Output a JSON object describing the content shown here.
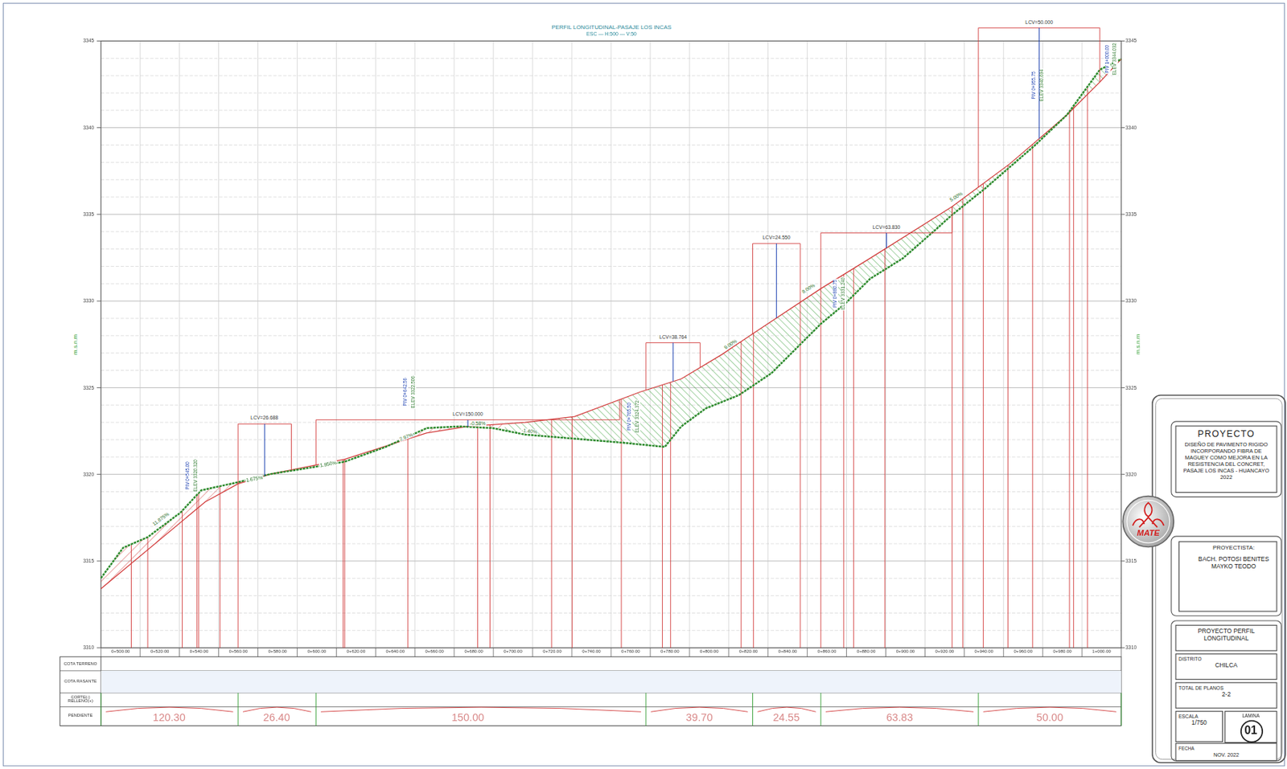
{
  "diagram": {
    "title": "PERFIL LONGITUDINAL-PASAJE LOS INCAS",
    "nodes": [
      {
        "text": [
          "PROYECTO",
          "DISEÑO DE PAVIMENTO RIGIDO INCORPORANDO FIBRA DE MAGUEY COMO MEJORA EN LA RESISTENCIA DEL CONCRET, PASAJE LOS INCAS - HUANCAYO 2022"
        ]
      },
      {
        "text": [
          "MATE"
        ]
      },
      {
        "text": [
          "PROYECTISTA:",
          "BACH. POTOSI BENITES MAYKO TEODO"
        ]
      },
      {
        "text": [
          "PROYECTO PERFIL LONGITUDINAL"
        ]
      },
      {
        "text": [
          "DISTRITO",
          "CHILCA"
        ]
      },
      {
        "text": [
          "TOTAL DE PLANOS",
          "2-2"
        ]
      },
      {
        "text": [
          "ESCALA",
          "1/750"
        ]
      },
      {
        "text": [
          "LAMINA",
          "01"
        ]
      },
      {
        "text": [
          "FECHA",
          "NOV. 2022"
        ]
      }
    ],
    "labels": [
      "ESC — H:500 — V:50",
      "3345",
      "3340",
      "3335",
      "3330",
      "3325",
      "3320",
      "3315",
      "3310",
      "3345",
      "3340",
      "3335",
      "3330",
      "3325",
      "3320",
      "3315",
      "3310",
      "m.s.n.m",
      "m.s.n.m",
      "0+500.00",
      "0+520.00",
      "0+540.00",
      "0+560.00",
      "0+580.00",
      "0+600.00",
      "0+620.00",
      "0+640.00",
      "0+660.00",
      "0+680.00",
      "0+700.00",
      "0+720.00",
      "0+740.00",
      "0+760.00",
      "0+780.00",
      "0+800.00",
      "0+820.00",
      "0+840.00",
      "0+860.00",
      "0+880.00",
      "0+900.00",
      "0+920.00",
      "0+940.00",
      "0+960.00",
      "0+980.00",
      "1+000.00",
      "COTA TERRENO",
      "COTA RASANTE",
      "CORTE(-) RELLENO(+)",
      "PENDIENTE",
      "120.30",
      "26.40",
      "150.00",
      "39.70",
      "24.55",
      "63.83",
      "50.00",
      "LCV=26.688",
      "LCV=150.000",
      "LCV=38.764",
      "LCV=24.550",
      "LCV=63.830",
      "LCV=50.000",
      "PIV 0+545.00",
      "ELEV 3320.320",
      "PIV 0+642.56",
      "ELEV 3322.506",
      "PIV 0+765.50",
      "ELEV 3324.372",
      "PIV 0+880.75",
      "ELEV 3331.240",
      "PIV 0+955.75",
      "ELEV 3340.694",
      "PIV 1+000.00",
      "ELEV 3344.032",
      "11.875%",
      "1.675%",
      "1.950%",
      "2.97%",
      "-0.58%",
      "-1.40%",
      "9.00%",
      "8.00%",
      "5.00%"
    ]
  }
}
